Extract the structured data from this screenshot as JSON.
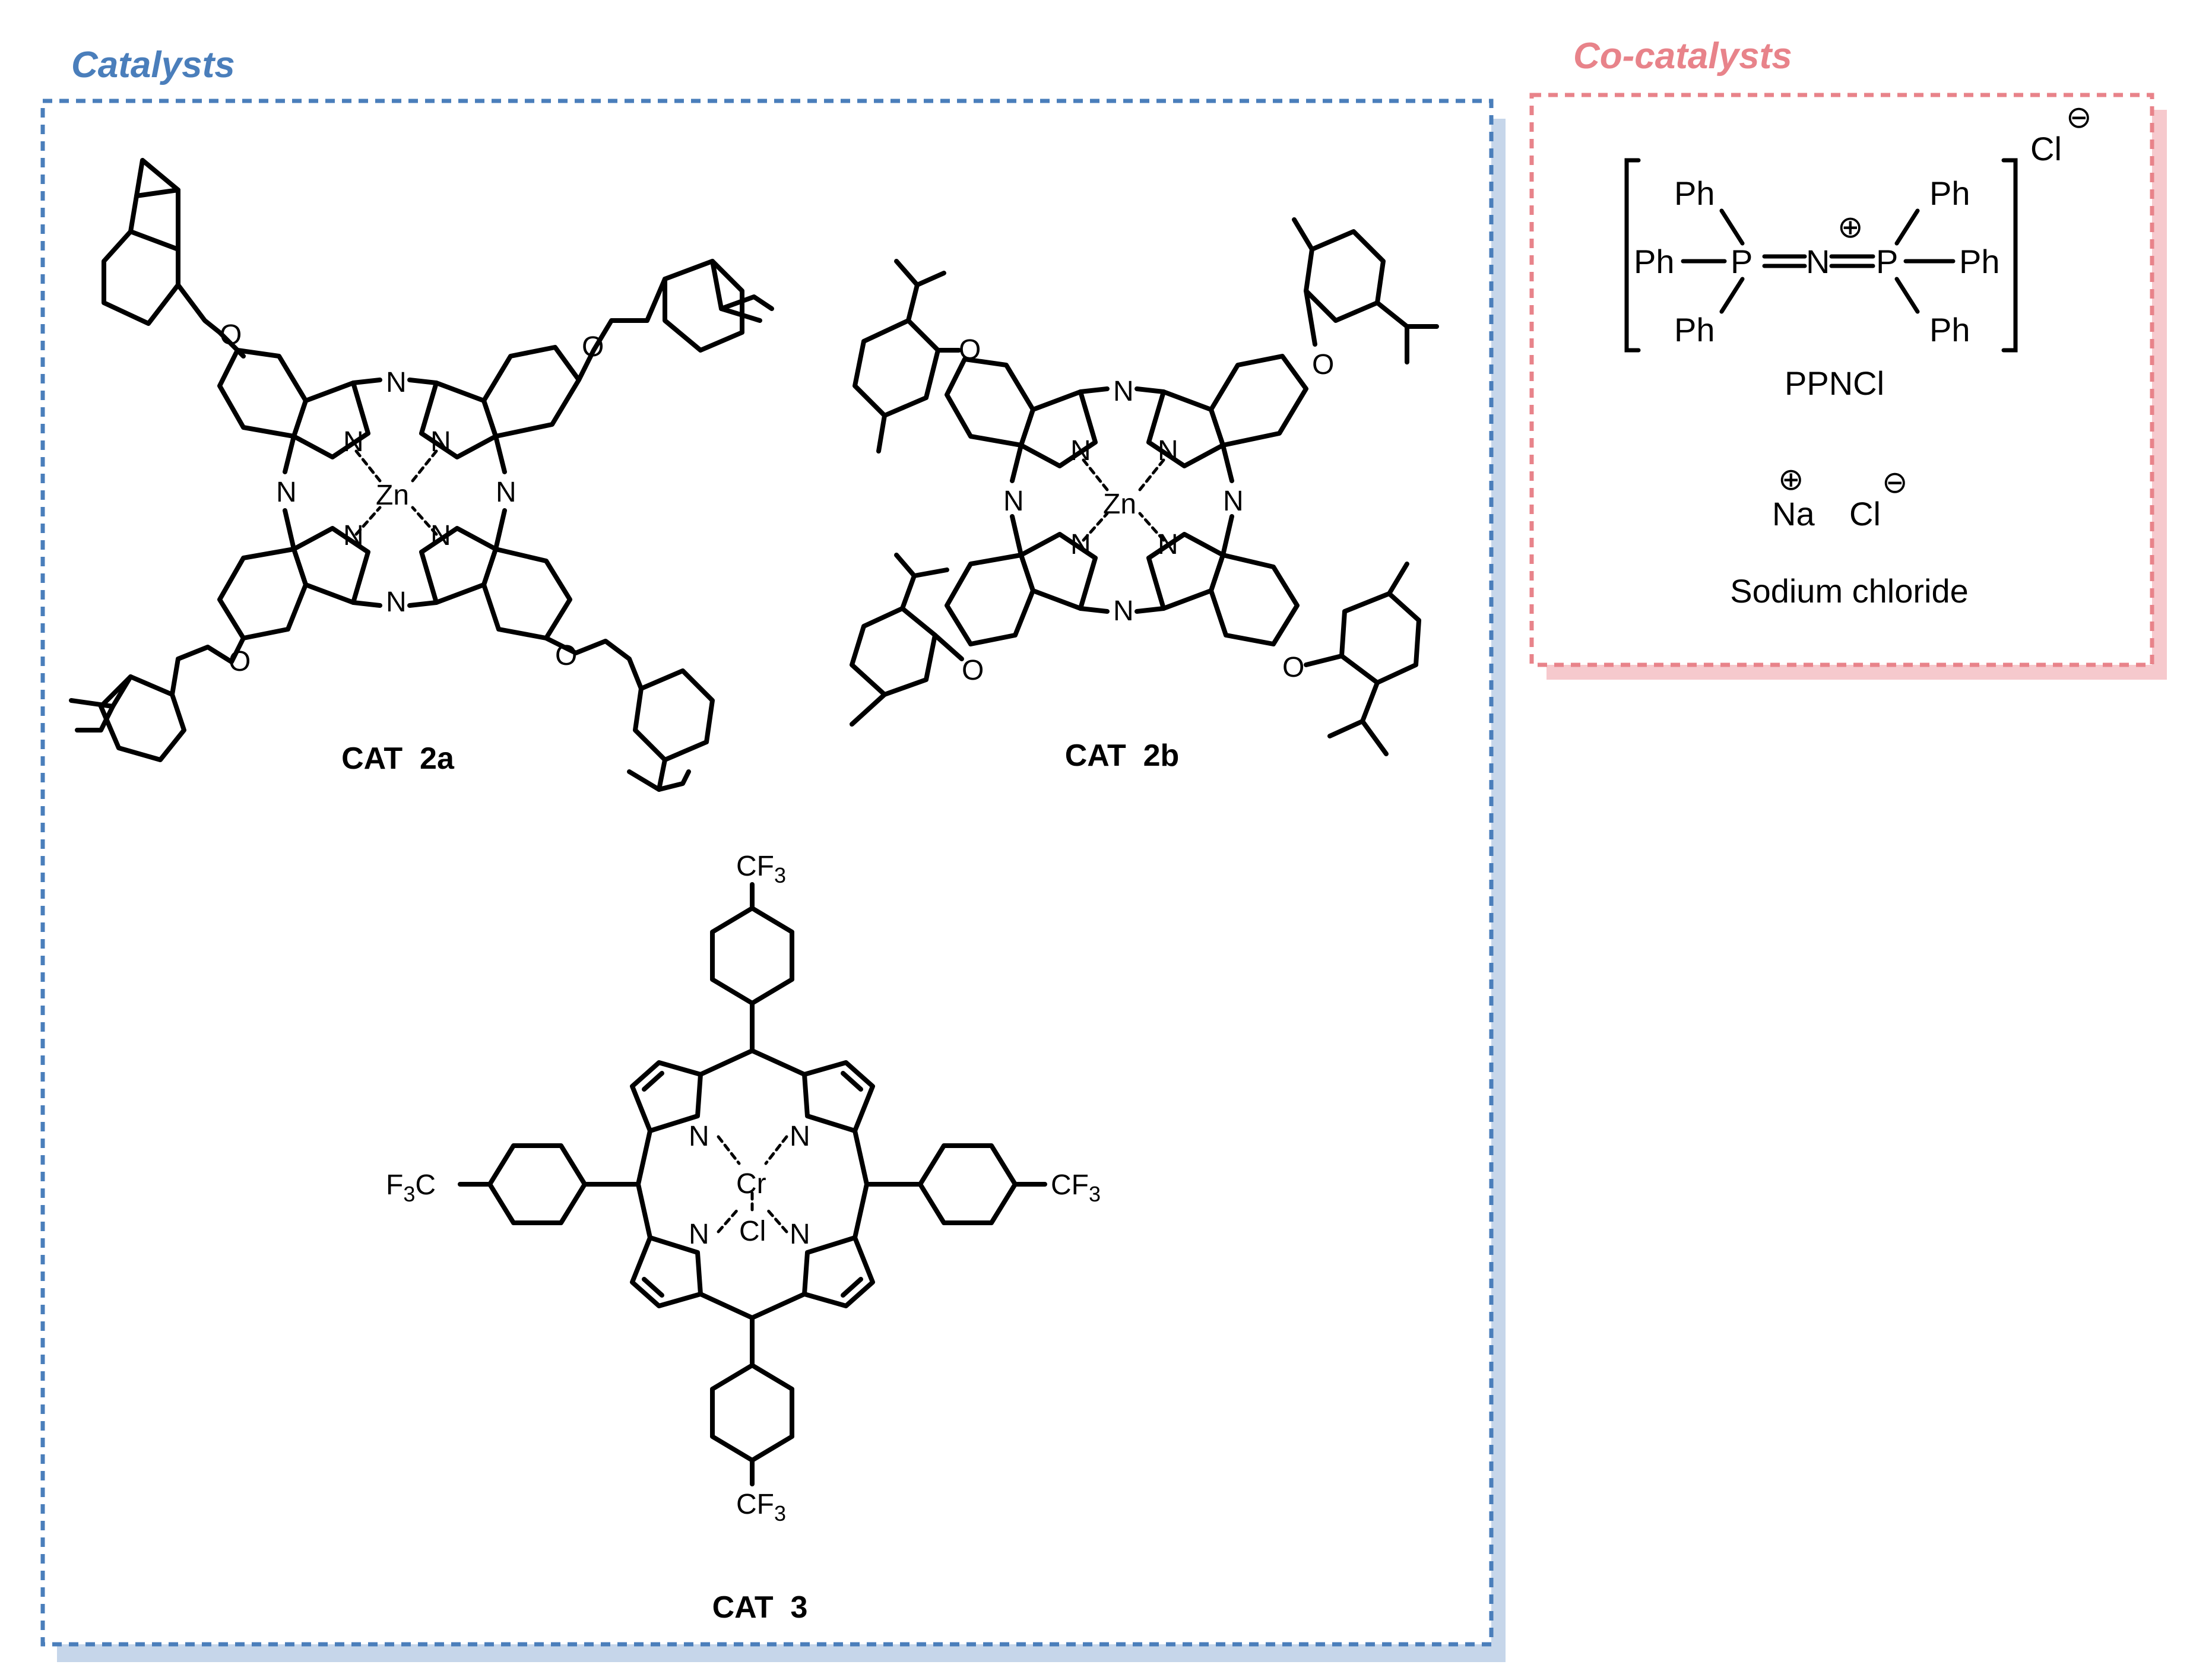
{
  "catalysts_panel": {
    "title": "Catalysts",
    "title_color": "#4a7ebb",
    "border_color": "#4a7ebb",
    "shadow_color": "#c6d6ea",
    "cat2a": {
      "label": "CAT  2a",
      "metal": "Zn",
      "aza_n": "N",
      "pyrrole_n": "N",
      "ether_o": "O"
    },
    "cat2b": {
      "label": "CAT  2b",
      "metal": "Zn",
      "aza_n": "N",
      "pyrrole_n": "N",
      "ether_o": "O"
    },
    "cat3": {
      "label": "CAT  3",
      "metal": "Cr",
      "axial": "Cl",
      "pyrrole_n": "N",
      "substituent_prefix": "CF",
      "substituent_sub": "3",
      "left_prefix": "F",
      "left_sub": "3",
      "left_suffix": "C"
    }
  },
  "cocatalysts_panel": {
    "title": "Co-catalysts",
    "title_color": "#e8838a",
    "border_color": "#e8838a",
    "shadow_color": "#f6c9cd",
    "ppncl": {
      "ph": "Ph",
      "p": "P",
      "n": "N",
      "anion": "Cl",
      "plus": "⊕",
      "minus": "⊖",
      "name": "PPNCl"
    },
    "nacl": {
      "cation": "Na",
      "anion": "Cl",
      "plus": "⊕",
      "minus": "⊖",
      "name": "Sodium chloride"
    }
  }
}
